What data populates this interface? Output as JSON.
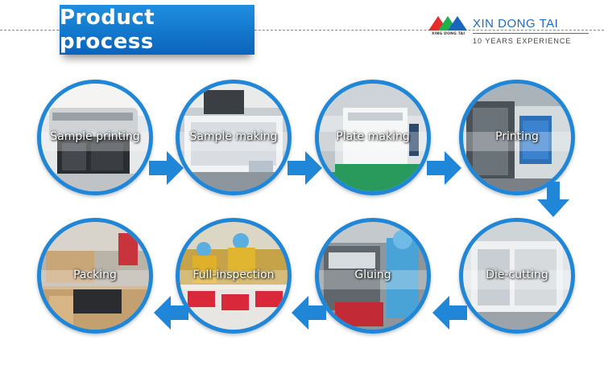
{
  "header": {
    "title": "Product process",
    "brand": "XIN DONG TAI",
    "logo_small_text": "XING DONG TAI",
    "slogan": "10 YEARS EXPERIENCE"
  },
  "colors": {
    "accent_blue": "#1f86d8",
    "title_banner": "#0a64bb",
    "logo_red": "#e52b2b",
    "logo_green": "#1fb14a",
    "logo_blue": "#1766c2"
  },
  "steps": [
    {
      "label": "Sample printing"
    },
    {
      "label": "Sample making"
    },
    {
      "label": "Plate making"
    },
    {
      "label": "Printing"
    },
    {
      "label": "Die-cutting"
    },
    {
      "label": "Gluing"
    },
    {
      "label": "Full-inspection"
    },
    {
      "label": "Packing"
    }
  ]
}
